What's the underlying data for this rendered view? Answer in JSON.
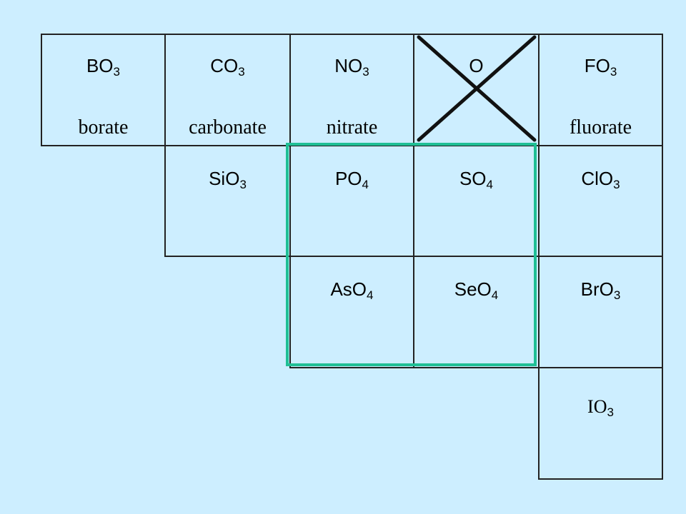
{
  "colors": {
    "background": "#cdeeff",
    "grid_lines": "#222222",
    "highlight_box": "#1fbf95",
    "cross_out": "#111111"
  },
  "row1": [
    {
      "base": "BO",
      "sub": "3",
      "name": "borate"
    },
    {
      "base": "CO",
      "sub": "3",
      "name": "carbonate"
    },
    {
      "base": "NO",
      "sub": "3",
      "name": "nitrate"
    },
    {
      "base": "O",
      "sub": "",
      "name": "",
      "crossed_out": true
    },
    {
      "base": "FO",
      "sub": "3",
      "name": "fluorate"
    }
  ],
  "row2": [
    {
      "base": "SiO",
      "sub": "3"
    },
    {
      "base": "PO",
      "sub": "4"
    },
    {
      "base": "SO",
      "sub": "4"
    },
    {
      "base": "ClO",
      "sub": "3"
    }
  ],
  "row3": [
    {
      "base": "AsO",
      "sub": "4"
    },
    {
      "base": "SeO",
      "sub": "4"
    },
    {
      "base": "BrO",
      "sub": "3"
    }
  ],
  "row4": [
    {
      "base": "IO",
      "sub": "3"
    }
  ]
}
